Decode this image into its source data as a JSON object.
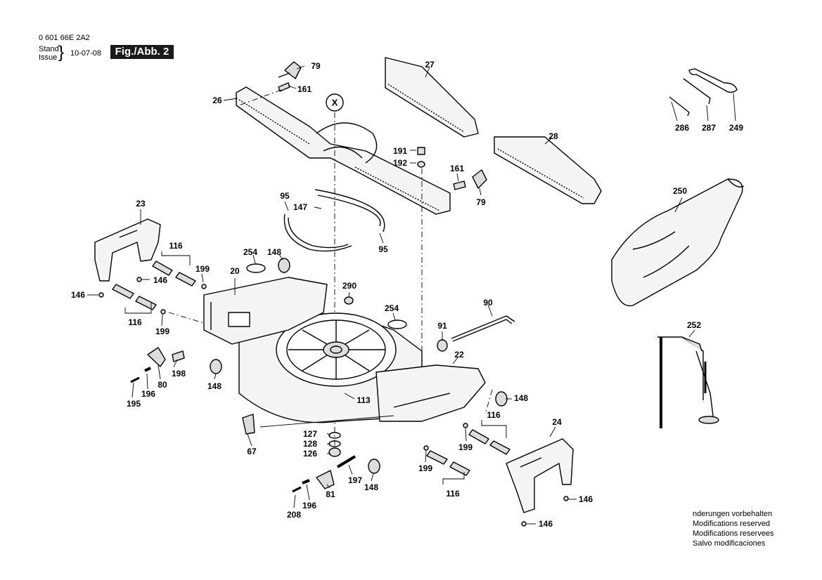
{
  "header": {
    "part_number": "0 601 66E 2A2",
    "stand_label": "Stand",
    "issue_label": "Issue",
    "date": "10-07-08",
    "figure_label": "Fig./Abb. 2"
  },
  "detail_marker": "X",
  "callouts": [
    "79",
    "161",
    "26",
    "27",
    "28",
    "191",
    "192",
    "161",
    "79",
    "286",
    "287",
    "249",
    "250",
    "95",
    "147",
    "95",
    "23",
    "116",
    "254",
    "148",
    "20",
    "199",
    "146",
    "146",
    "290",
    "254",
    "116",
    "199",
    "90",
    "91",
    "22",
    "148",
    "252",
    "198",
    "80",
    "148",
    "195",
    "196",
    "113",
    "116",
    "24",
    "67",
    "127",
    "128",
    "126",
    "199",
    "197",
    "148",
    "81",
    "196",
    "208",
    "116",
    "146",
    "146"
  ],
  "footer_note": [
    "nderungen vorbehalten",
    "Modifications reserved",
    "Modifications reservees",
    "Salvo modificaciones"
  ]
}
